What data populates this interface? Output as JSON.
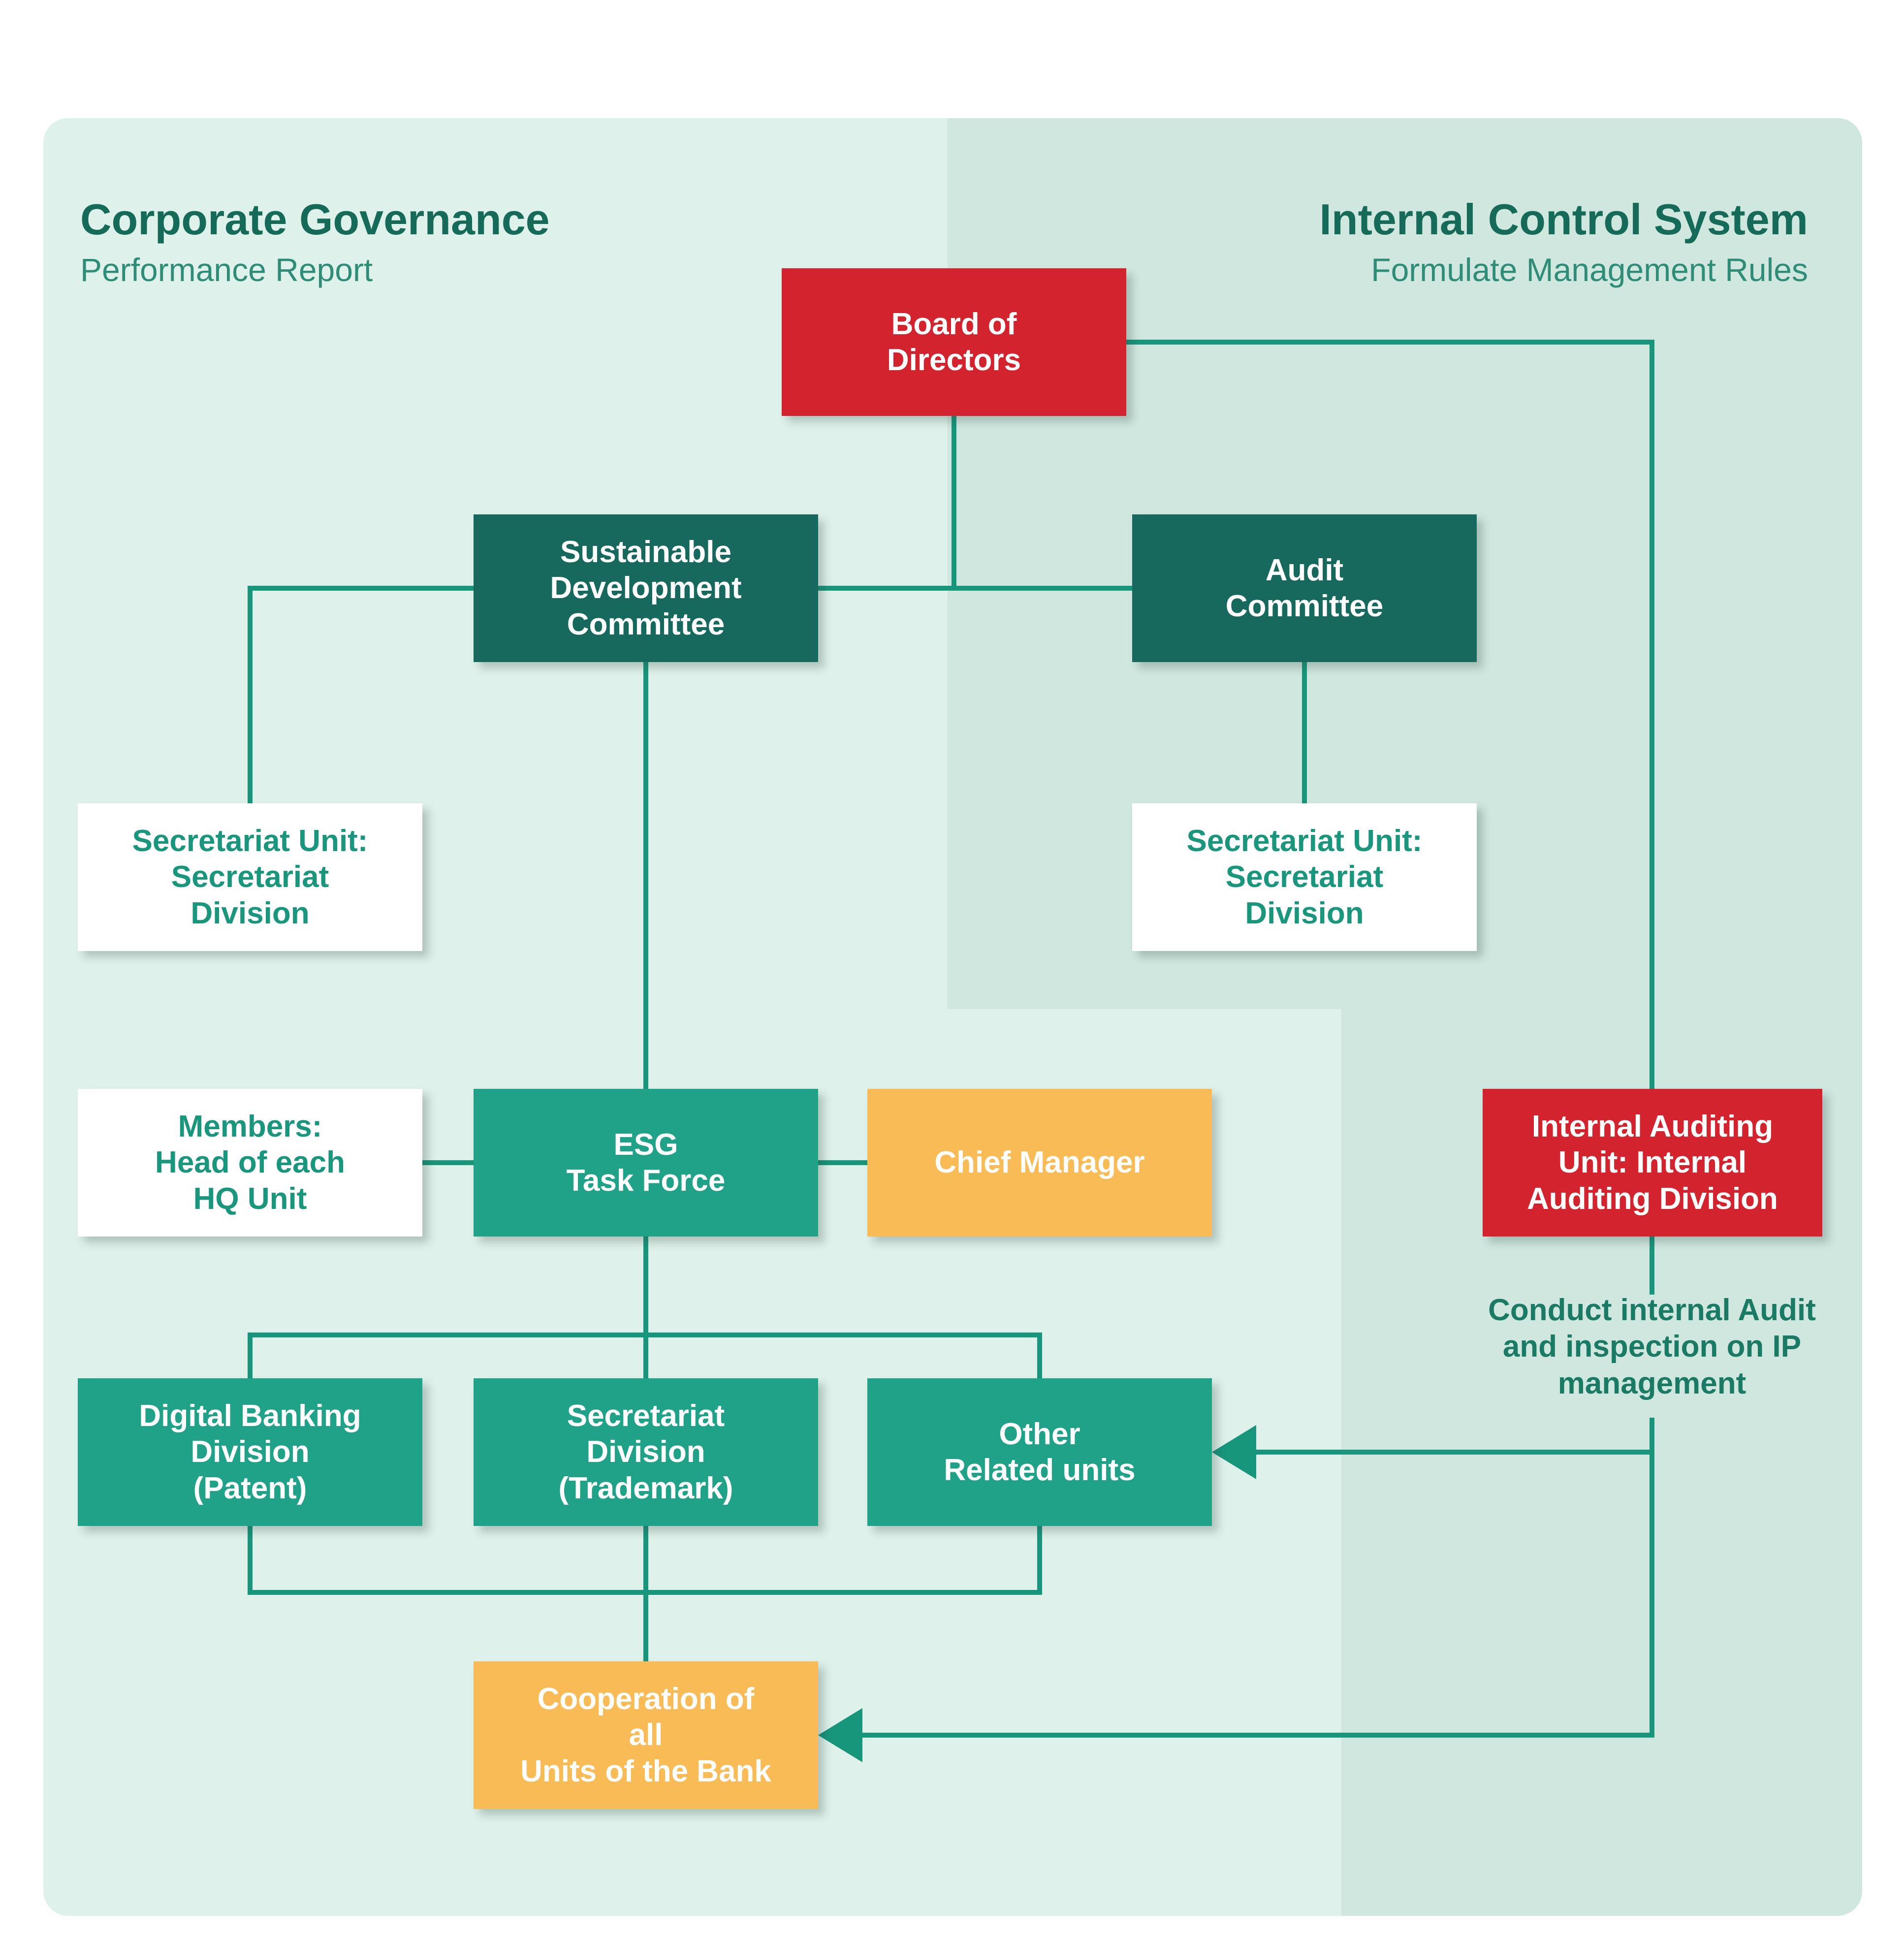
{
  "colors": {
    "panel_light": "#def1ea",
    "panel_dark": "#cfe7df",
    "red": "#d2232e",
    "dark_teal": "#16695c",
    "teal": "#1fa287",
    "orange": "#f9bb55",
    "line": "#18967b",
    "text_teal": "#1a967c",
    "heading": "#156a58",
    "subheading": "#2f8d77"
  },
  "headers": {
    "left_title": "Corporate Governance",
    "left_subtitle": "Performance Report",
    "right_title": "Internal Control System",
    "right_subtitle": "Formulate Management Rules"
  },
  "nodes": {
    "board": "Board of\nDirectors",
    "sustainable": "Sustainable\nDevelopment\nCommittee",
    "audit": "Audit\nCommittee",
    "secretariat_left": "Secretariat Unit:\nSecretariat\nDivision",
    "secretariat_right": "Secretariat Unit:\nSecretariat\nDivision",
    "members": "Members:\nHead of each\nHQ Unit",
    "esg": "ESG\nTask Force",
    "chief_manager": "Chief Manager",
    "internal_auditing": "Internal Auditing\nUnit: Internal\nAuditing Division",
    "conduct_note": "Conduct internal Audit\nand inspection on IP\nmanagement",
    "digital_banking": "Digital Banking\nDivision\n(Patent)",
    "secretariat_trademark": "Secretariat\nDivision\n(Trademark)",
    "other_related": "Other\nRelated units",
    "cooperation": "Cooperation of\nall\nUnits of the Bank"
  }
}
